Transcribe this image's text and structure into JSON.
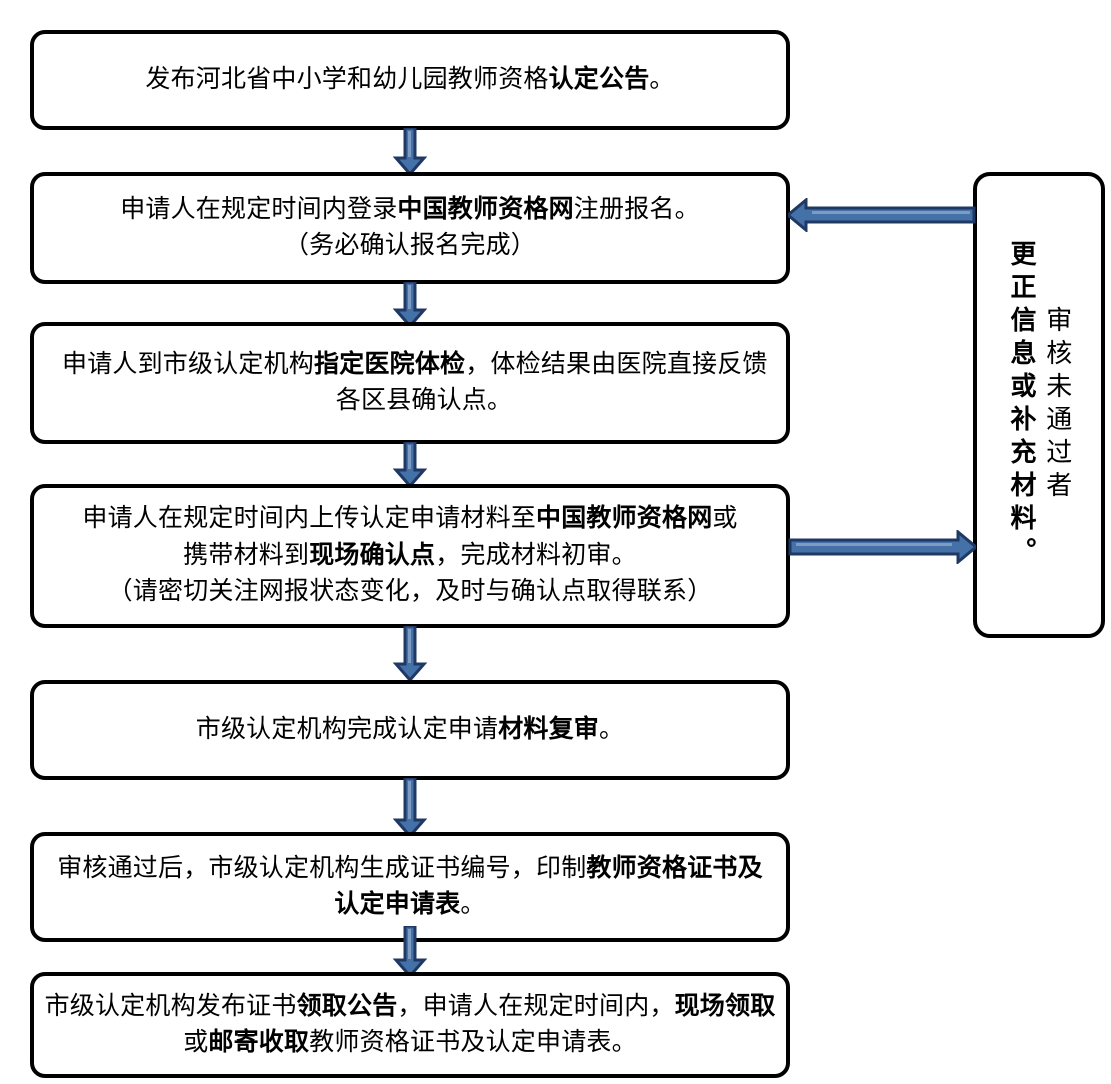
{
  "document": {
    "title": "河北省中小学和幼儿园教师资格认定流程图",
    "type": "flowchart"
  },
  "theme": {
    "box_border_color": "#000000",
    "box_fill_color": "#FFFFFF",
    "arrow_outline_color": "#1F3864",
    "arrow_fill_color": "#4472A8",
    "text_color": "#000000"
  },
  "steps": [
    {
      "id": "step-1",
      "lines": [
        {
          "segments": [
            {
              "text": "发布河北省中小学和幼儿园教师资格",
              "bold": false
            },
            {
              "text": "认定公告",
              "bold": true
            },
            {
              "text": "。",
              "bold": false
            }
          ]
        }
      ]
    },
    {
      "id": "step-2",
      "lines": [
        {
          "segments": [
            {
              "text": "申请人在规定时间内登录",
              "bold": false
            },
            {
              "text": "中国教师资格网",
              "bold": true
            },
            {
              "text": "注册报名。",
              "bold": false
            }
          ]
        },
        {
          "segments": [
            {
              "text": "（务必确认报名完成）",
              "bold": false
            }
          ]
        }
      ]
    },
    {
      "id": "step-3",
      "lines": [
        {
          "segments": [
            {
              "text": "申请人到市级认定机构",
              "bold": false
            },
            {
              "text": "指定医院体检",
              "bold": true
            },
            {
              "text": "，体检结果由医院直接反馈",
              "bold": false
            }
          ]
        },
        {
          "segments": [
            {
              "text": "各区县确认点。",
              "bold": false
            }
          ]
        }
      ]
    },
    {
      "id": "step-4",
      "lines": [
        {
          "segments": [
            {
              "text": "申请人在规定时间内上传认定申请材料至",
              "bold": false
            },
            {
              "text": "中国教师资格网",
              "bold": true
            },
            {
              "text": "或",
              "bold": false
            }
          ]
        },
        {
          "segments": [
            {
              "text": "携带材料到",
              "bold": false
            },
            {
              "text": "现场确认点",
              "bold": true
            },
            {
              "text": "，完成材料初审。",
              "bold": false
            }
          ]
        },
        {
          "segments": [
            {
              "text": "（请密切关注网报状态变化，及时与确认点取得联系）",
              "bold": false
            }
          ]
        }
      ]
    },
    {
      "id": "step-5",
      "lines": [
        {
          "segments": [
            {
              "text": "市级认定机构完成认定申请",
              "bold": false
            },
            {
              "text": "材料复审",
              "bold": true
            },
            {
              "text": "。",
              "bold": false
            }
          ]
        }
      ]
    },
    {
      "id": "step-6",
      "lines": [
        {
          "segments": [
            {
              "text": "审核通过后，市级认定机构生成证书编号，印制",
              "bold": false
            },
            {
              "text": "教师资格证书及",
              "bold": true
            }
          ]
        },
        {
          "segments": [
            {
              "text": "认定申请表",
              "bold": true
            },
            {
              "text": "。",
              "bold": false
            }
          ]
        }
      ]
    },
    {
      "id": "step-7",
      "lines": [
        {
          "segments": [
            {
              "text": "市级认定机构发布证书",
              "bold": false
            },
            {
              "text": "领取公告",
              "bold": true
            },
            {
              "text": "，申请人在规定时间内，",
              "bold": false
            },
            {
              "text": "现场领取",
              "bold": true
            }
          ]
        },
        {
          "segments": [
            {
              "text": "或",
              "bold": false
            },
            {
              "text": "邮寄收取",
              "bold": true
            },
            {
              "text": "教师资格证书及认定申请表。",
              "bold": false
            }
          ]
        }
      ]
    }
  ],
  "side_note": {
    "id": "side-box-rework",
    "full_text": "审核未通过者更正信息或补充材料。",
    "columns": [
      {
        "text": "审核未通过者",
        "bold": false
      },
      {
        "text": "更正信息或补充材料。",
        "bold": true
      }
    ]
  },
  "connectors": [
    {
      "id": "arrow-1-2",
      "direction": "down",
      "from": "step-1",
      "to": "step-2"
    },
    {
      "id": "arrow-2-3",
      "direction": "down",
      "from": "step-2",
      "to": "step-3"
    },
    {
      "id": "arrow-3-4",
      "direction": "down",
      "from": "step-3",
      "to": "step-4"
    },
    {
      "id": "arrow-4-5",
      "direction": "down",
      "from": "step-4",
      "to": "step-5"
    },
    {
      "id": "arrow-5-6",
      "direction": "down",
      "from": "step-5",
      "to": "step-6"
    },
    {
      "id": "arrow-6-7",
      "direction": "down",
      "from": "step-6",
      "to": "step-7"
    },
    {
      "id": "arrow-side-to-step2",
      "direction": "left",
      "from": "side-box-rework",
      "to": "step-2"
    },
    {
      "id": "arrow-step4-to-side",
      "direction": "right",
      "from": "step-4",
      "to": "side-box-rework"
    }
  ]
}
